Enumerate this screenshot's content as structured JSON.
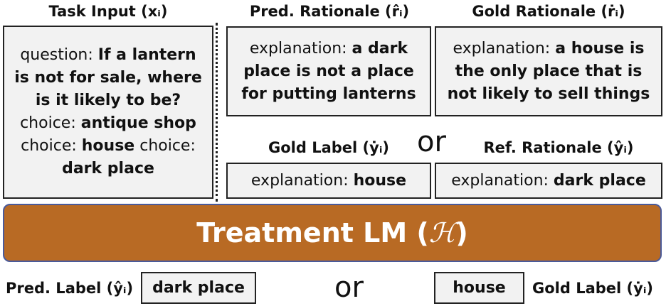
{
  "headers": {
    "task_input": "Task Input (xᵢ)",
    "pred_rationale": "Pred. Rationale (r̂ᵢ)",
    "gold_rationale": "Gold Rationale (ṙᵢ)",
    "gold_label": "Gold Label (ẏᵢ)",
    "ref_rationale": "Ref. Rationale (ŷᵢ)"
  },
  "task_input": {
    "q_prefix": "question: ",
    "question": "If a lantern is not for sale, where is it likely to be?",
    "choice_prefix_1": " choice: ",
    "choice_1": "antique shop",
    "choice_prefix_2": " choice: ",
    "choice_2": "house",
    "choice_prefix_3": " choice: ",
    "choice_3": "dark place"
  },
  "pred_rationale": {
    "prefix": "explanation: ",
    "text": "a dark place is not a place for putting lanterns"
  },
  "gold_rationale": {
    "prefix": "explanation: ",
    "text": "a house is the only place that is not likely to sell things"
  },
  "gold_label_box": {
    "prefix": "explanation: ",
    "text": "house"
  },
  "ref_rationale_box": {
    "prefix": "explanation: ",
    "text": "dark place"
  },
  "or_top": "or",
  "treatment": {
    "label": "Treatment LM (",
    "symbol": "ℋ",
    "close": " )"
  },
  "bottom": {
    "pred_label": "Pred. Label (ŷᵢ)",
    "pred_value": "dark place",
    "or": "or",
    "gold_value": "house",
    "gold_label": "Gold Label (ẏᵢ)"
  }
}
